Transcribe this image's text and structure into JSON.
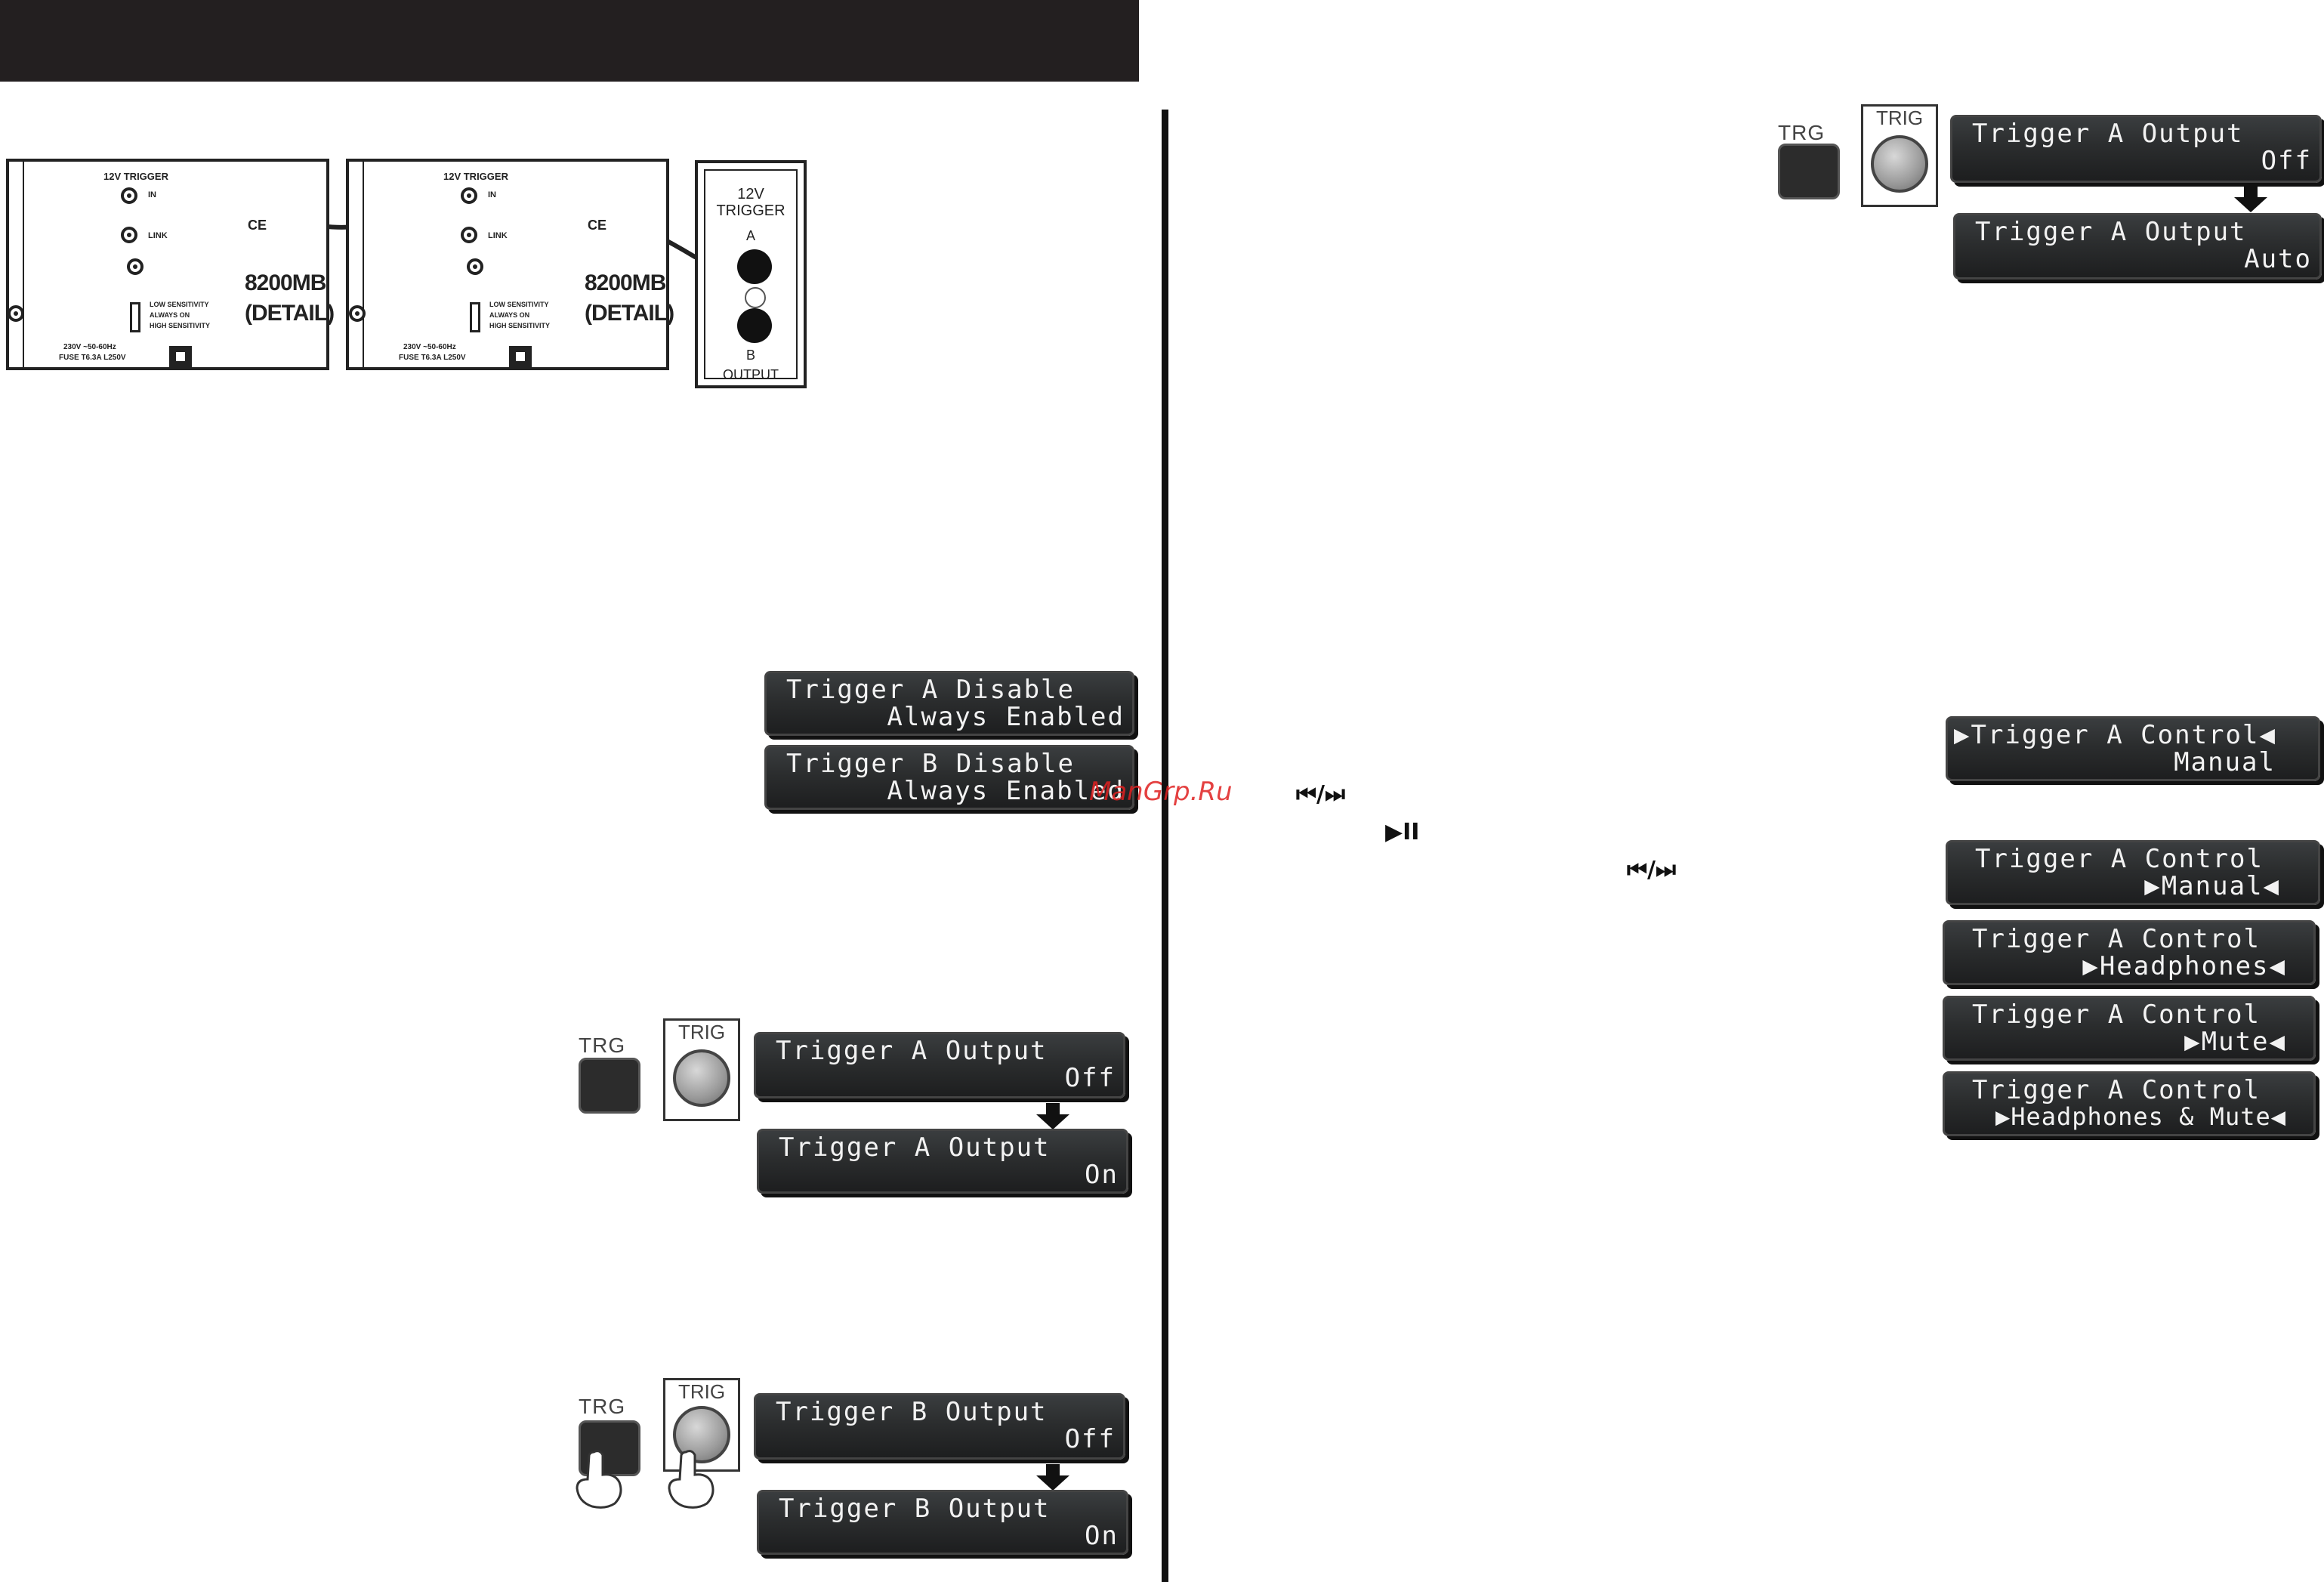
{
  "rear_panels": [
    {
      "trigger_header": "12V     TRIGGER",
      "in_label": "IN",
      "link_label": "LINK",
      "ce_mark": "CE",
      "model": "8200MB",
      "detail": "(DETAIL)",
      "switch_labels": [
        "LOW SENSITIVITY",
        "ALWAYS ON",
        "HIGH SENSITIVITY"
      ],
      "voltage": "230V ~50-60Hz",
      "fuse": "FUSE T6.3A L250V"
    },
    {
      "trigger_header": "12V     TRIGGER",
      "in_label": "IN",
      "link_label": "LINK",
      "ce_mark": "CE",
      "model": "8200MB",
      "detail": "(DETAIL)",
      "switch_labels": [
        "LOW SENSITIVITY",
        "ALWAYS ON",
        "HIGH SENSITIVITY"
      ],
      "voltage": "230V ~50-60Hz",
      "fuse": "FUSE T6.3A L250V"
    }
  ],
  "output_box": {
    "title_line1": "12V",
    "title_line2": "TRIGGER",
    "jack_a": "A",
    "jack_b": "B",
    "footer": "OUTPUT"
  },
  "left_displays": {
    "disable_a": {
      "line1": "Trigger A Disable",
      "line2": "Always Enabled"
    },
    "disable_b": {
      "line1": "Trigger B Disable",
      "line2": "Always Enabled"
    },
    "output_a_off": {
      "line1": "Trigger A Output",
      "line2": "Off"
    },
    "output_a_on": {
      "line1": "Trigger A Output",
      "line2": "On"
    },
    "output_b_off": {
      "line1": "Trigger B Output",
      "line2": "Off"
    },
    "output_b_on": {
      "line1": "Trigger B Output",
      "line2": "On"
    }
  },
  "right_displays": {
    "output_a_off": {
      "line1": "Trigger A Output",
      "line2": "Off"
    },
    "output_a_auto": {
      "line1": "Trigger A Output",
      "line2": "Auto"
    },
    "control_manual_sel": {
      "line1": "▶Trigger A Control◀",
      "line2": "Manual"
    },
    "control_manual": {
      "line1": "Trigger A Control",
      "line2": "▶Manual◀"
    },
    "control_headphones": {
      "line1": "Trigger A Control",
      "line2": "▶Headphones◀"
    },
    "control_mute": {
      "line1": "Trigger A Control",
      "line2": "▶Mute◀"
    },
    "control_hp_mute": {
      "line1": "Trigger A Control",
      "line2": "▶Headphones & Mute◀"
    }
  },
  "buttons": {
    "trg_label": "TRG",
    "trig_label": "TRIG"
  },
  "symbols": {
    "skip": "⏮/⏭",
    "play_pause": "▶II"
  },
  "watermark": "ManGrp.Ru"
}
